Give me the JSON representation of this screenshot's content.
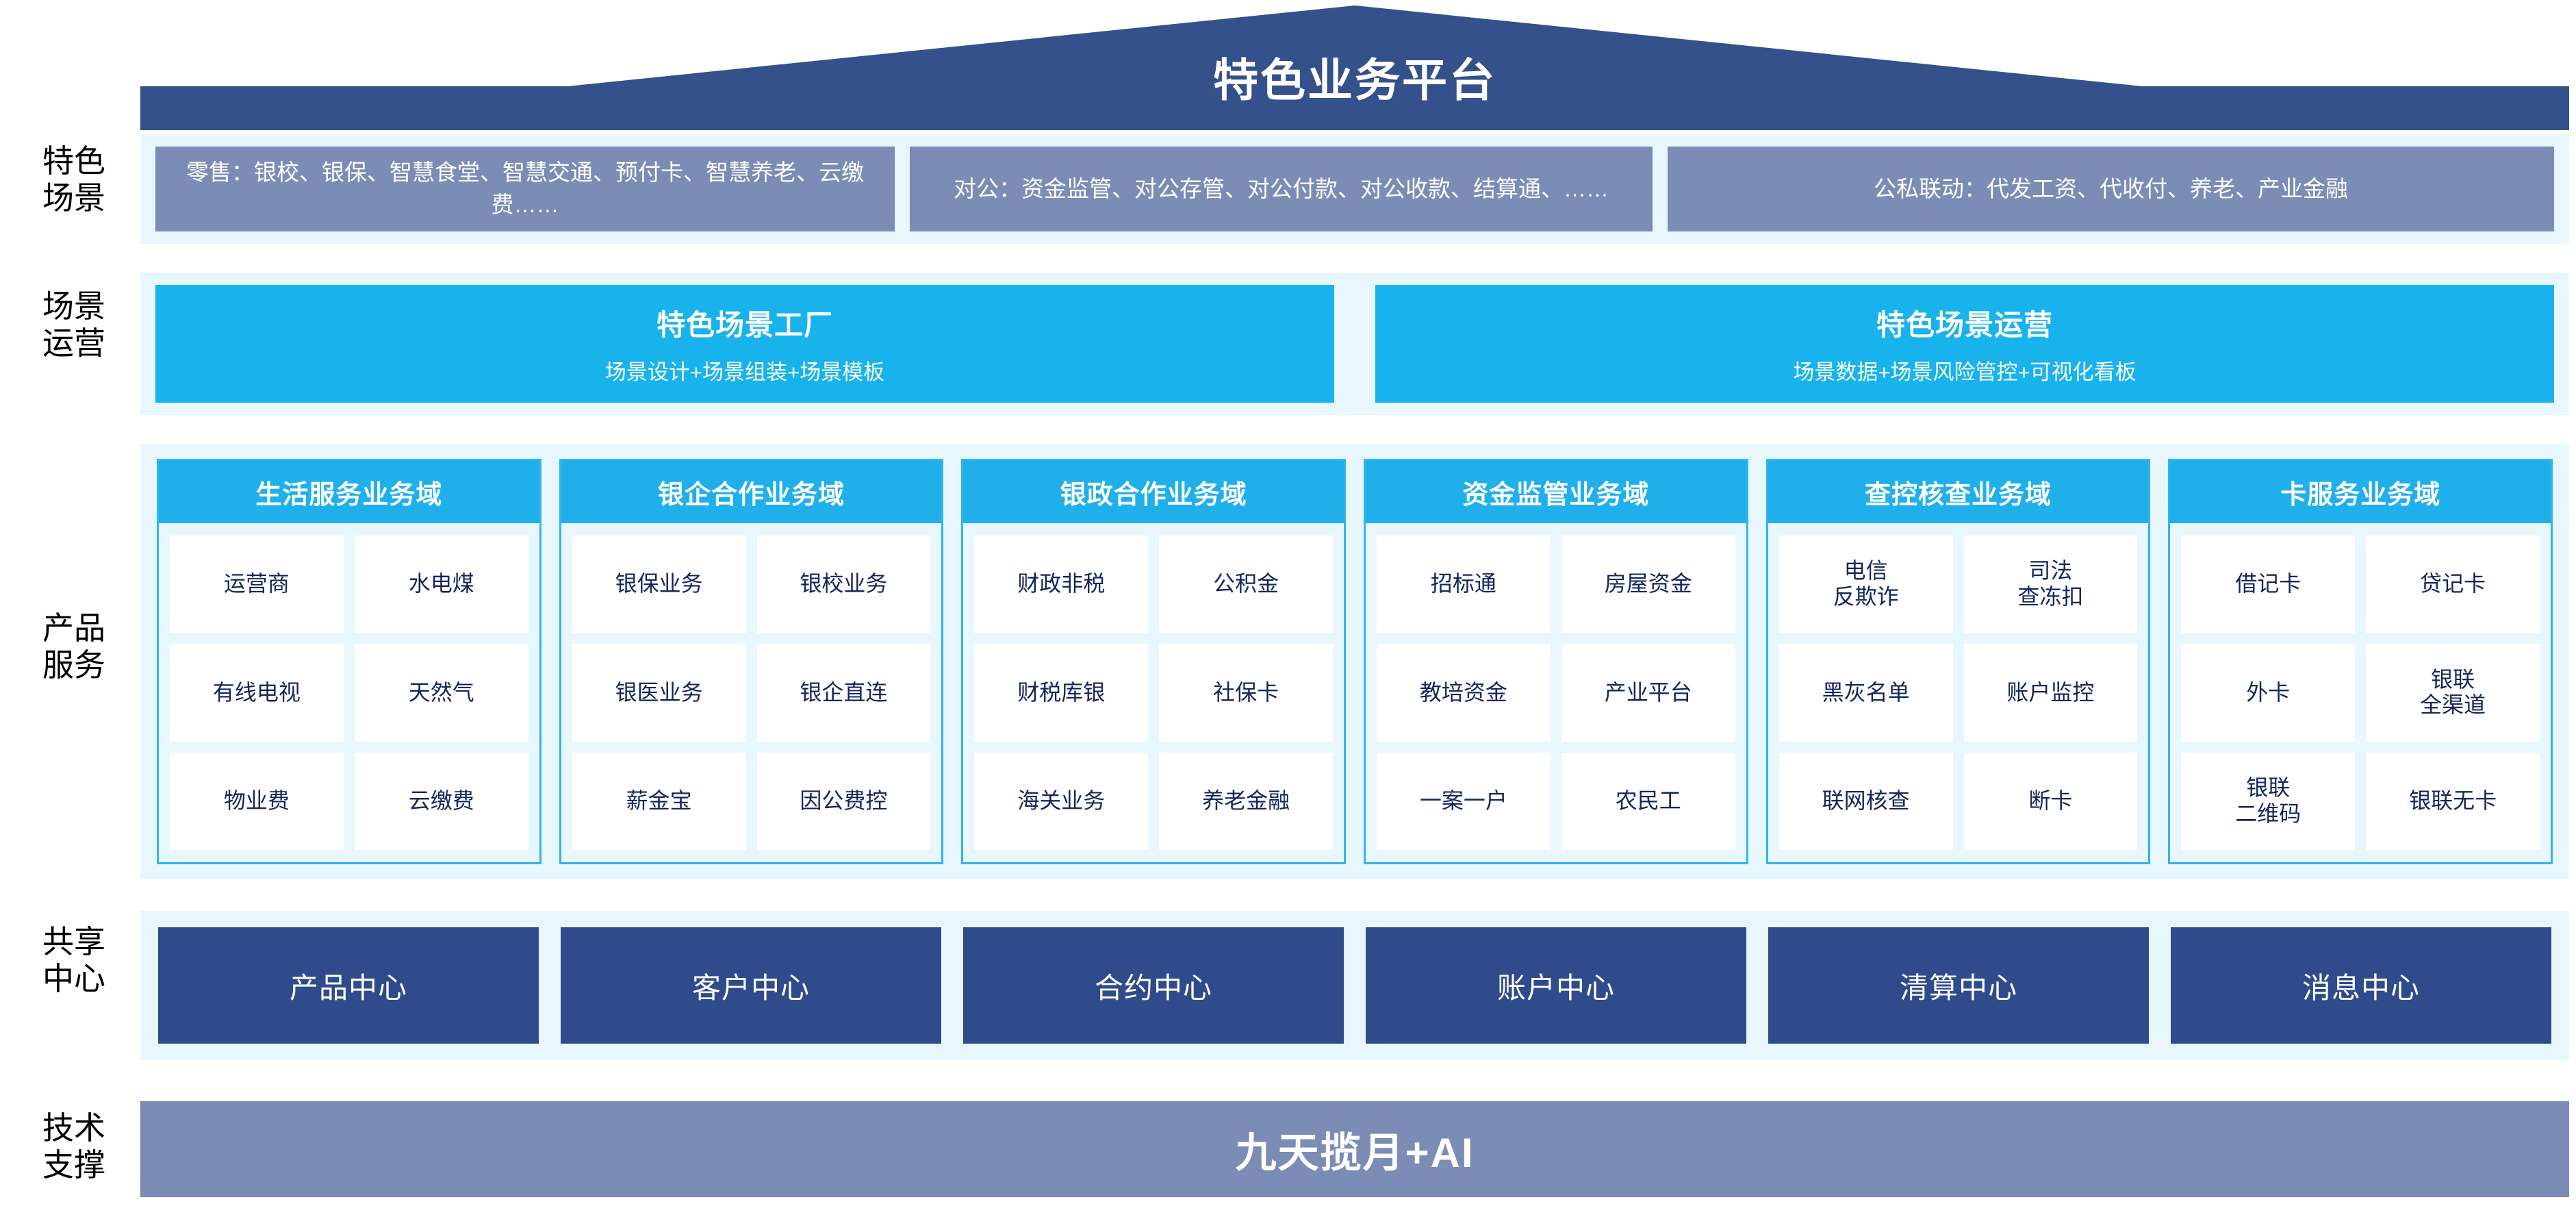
{
  "header": {
    "title": "特色业务平台",
    "banner_color": "#35518b"
  },
  "row_labels": {
    "scenes": "特色\n场景",
    "operations": "场景\n运营",
    "products": "产品\n服务",
    "shared_centers": "共享\n中心",
    "tech_support": "技术\n支撑"
  },
  "scenes": {
    "boxes": [
      {
        "name": "retail",
        "text": "零售：银校、银保、智慧食堂、智慧交通、预付卡、智慧养老、云缴费……"
      },
      {
        "name": "corporate",
        "text": "对公：资金监管、对公存管、对公付款、对公收款、结算通、……"
      },
      {
        "name": "public-private-linkage",
        "text": "公私联动：代发工资、代收付、养老、产业金融"
      }
    ],
    "box_color": "#7b8cb5"
  },
  "operations": {
    "boxes": [
      {
        "title": "特色场景工厂",
        "subtitle": "场景设计+场景组装+场景模板"
      },
      {
        "title": "特色场景运营",
        "subtitle": "场景数据+场景风险管控+可视化看板"
      }
    ],
    "box_color": "#18b3ec"
  },
  "products": {
    "accent_color": "#1fb0ec",
    "columns": [
      {
        "title": "生活服务业务域",
        "cells": [
          "运营商",
          "水电煤",
          "有线电视",
          "天然气",
          "物业费",
          "云缴费"
        ]
      },
      {
        "title": "银企合作业务域",
        "cells": [
          "银保业务",
          "银校业务",
          "银医业务",
          "银企直连",
          "薪金宝",
          "因公费控"
        ]
      },
      {
        "title": "银政合作业务域",
        "cells": [
          "财政非税",
          "公积金",
          "财税库银",
          "社保卡",
          "海关业务",
          "养老金融"
        ]
      },
      {
        "title": "资金监管业务域",
        "cells": [
          "招标通",
          "房屋资金",
          "教培资金",
          "产业平台",
          "一案一户",
          "农民工"
        ]
      },
      {
        "title": "查控核查业务域",
        "cells": [
          "电信\n反欺诈",
          "司法\n查冻扣",
          "黑灰名单",
          "账户监控",
          "联网核查",
          "断卡"
        ]
      },
      {
        "title": "卡服务业务域",
        "cells": [
          "借记卡",
          "贷记卡",
          "外卡",
          "银联\n全渠道",
          "银联\n二维码",
          "银联无卡"
        ]
      }
    ]
  },
  "shared_centers": {
    "box_color": "#2f4b8c",
    "items": [
      "产品中心",
      "客户中心",
      "合约中心",
      "账户中心",
      "清算中心",
      "消息中心"
    ]
  },
  "tech_support": {
    "title": "九天揽月+AI",
    "bar_color": "#7b8cb5"
  }
}
